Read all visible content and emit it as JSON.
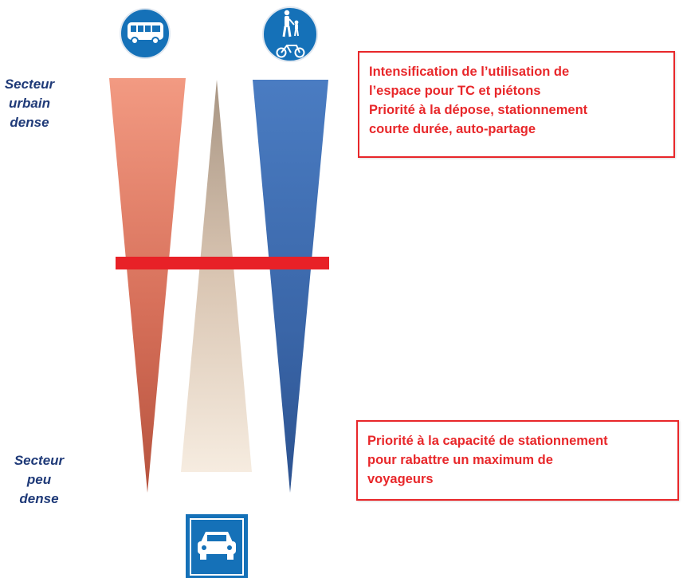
{
  "labels": {
    "dense_sector": [
      "Secteur",
      "urbain",
      "dense"
    ],
    "sparse_sector": [
      "Secteur peu",
      "dense"
    ]
  },
  "callouts": {
    "top": [
      "Intensification de l’utilisation de",
      "l’espace pour TC et piétons",
      "Priorité à la dépose, stationnement",
      "courte durée, auto-partage"
    ],
    "bottom": [
      "Priorité à la capacité de stationnement",
      "pour rabattre un maximum de",
      "voyageurs"
    ]
  },
  "icons": {
    "bus": "bus-icon",
    "pedestrian_bicycle": "pedestrian-bicycle-icon",
    "car": "car-icon"
  },
  "colors": {
    "bus_wedge": "#e8806a",
    "pedestrian_wedge": "#3d69aa",
    "car_wedge": "#c9b19a",
    "divider": "#e82127",
    "sign_blue": "#1571b8",
    "callout_red": "#e8272a"
  }
}
